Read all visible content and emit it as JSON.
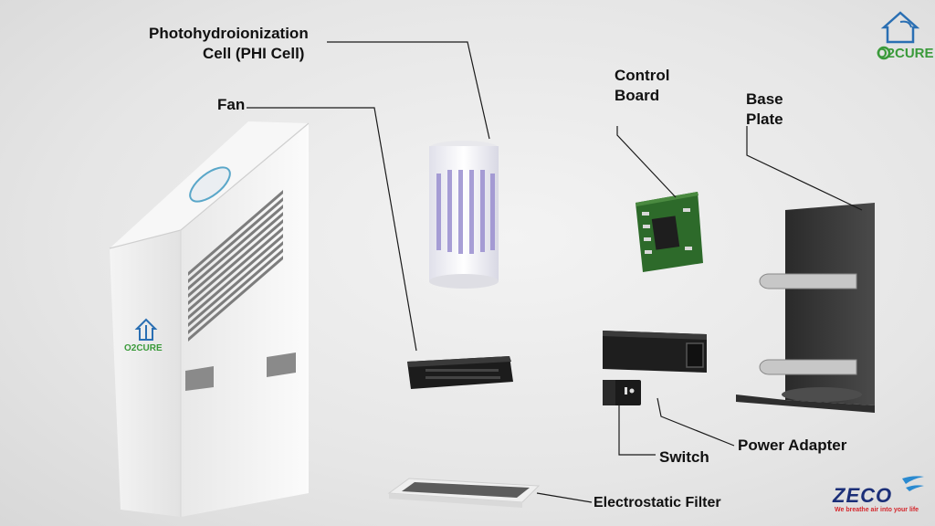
{
  "labels": {
    "phi_line1": "Photohydroionization",
    "phi_line2": "Cell (PHI Cell)",
    "fan": "Fan",
    "control_line1": "Control",
    "control_line2": "Board",
    "base_line1": "Base",
    "base_line2": "Plate",
    "switch": "Switch",
    "power_adapter": "Power Adapter",
    "filter": "Electrostatic Filter"
  },
  "brand": {
    "o2cure_logo": "O2CURE",
    "o2cure_unit_logo": "O2CURE",
    "zeco_logo": "ZECO",
    "zeco_tagline": "We breathe air into your life"
  },
  "colors": {
    "brand_green": "#3a9a3a",
    "brand_blue": "#2a6fb3",
    "zeco_navy": "#1b2f78",
    "zeco_red": "#d4262b"
  }
}
